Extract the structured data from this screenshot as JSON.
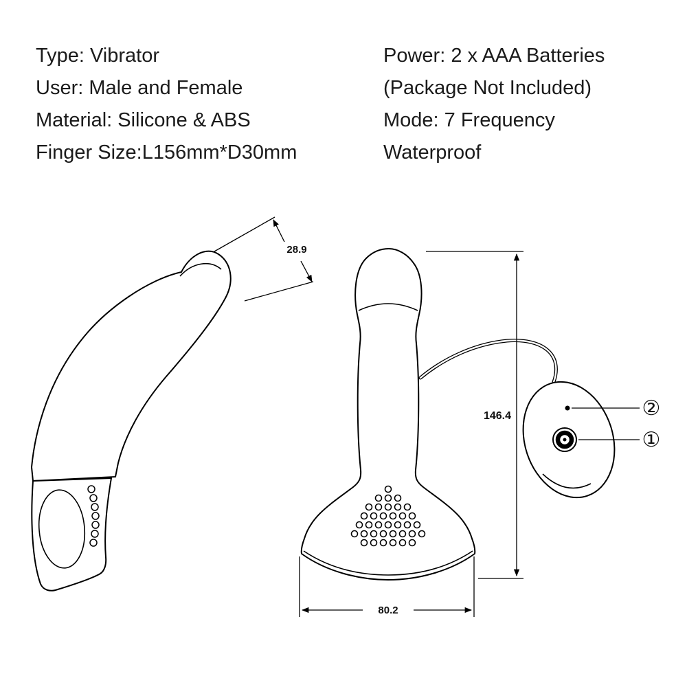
{
  "specs": {
    "left": [
      "Type: Vibrator",
      "User: Male and Female",
      "Material: Silicone & ABS",
      "Finger Size:L156mm*D30mm"
    ],
    "right": [
      "Power: 2 x AAA Batteries",
      "(Package Not Included)",
      "Mode: 7 Frequency",
      "Waterproof"
    ]
  },
  "diagram": {
    "dim_tip_diameter": "28.9",
    "dim_height": "146.4",
    "dim_base_width": "80.2",
    "callout_button": "①",
    "callout_led": "②"
  },
  "colors": {
    "background": "#ffffff",
    "line_art": "#000000",
    "text": "#1b1b1b"
  }
}
